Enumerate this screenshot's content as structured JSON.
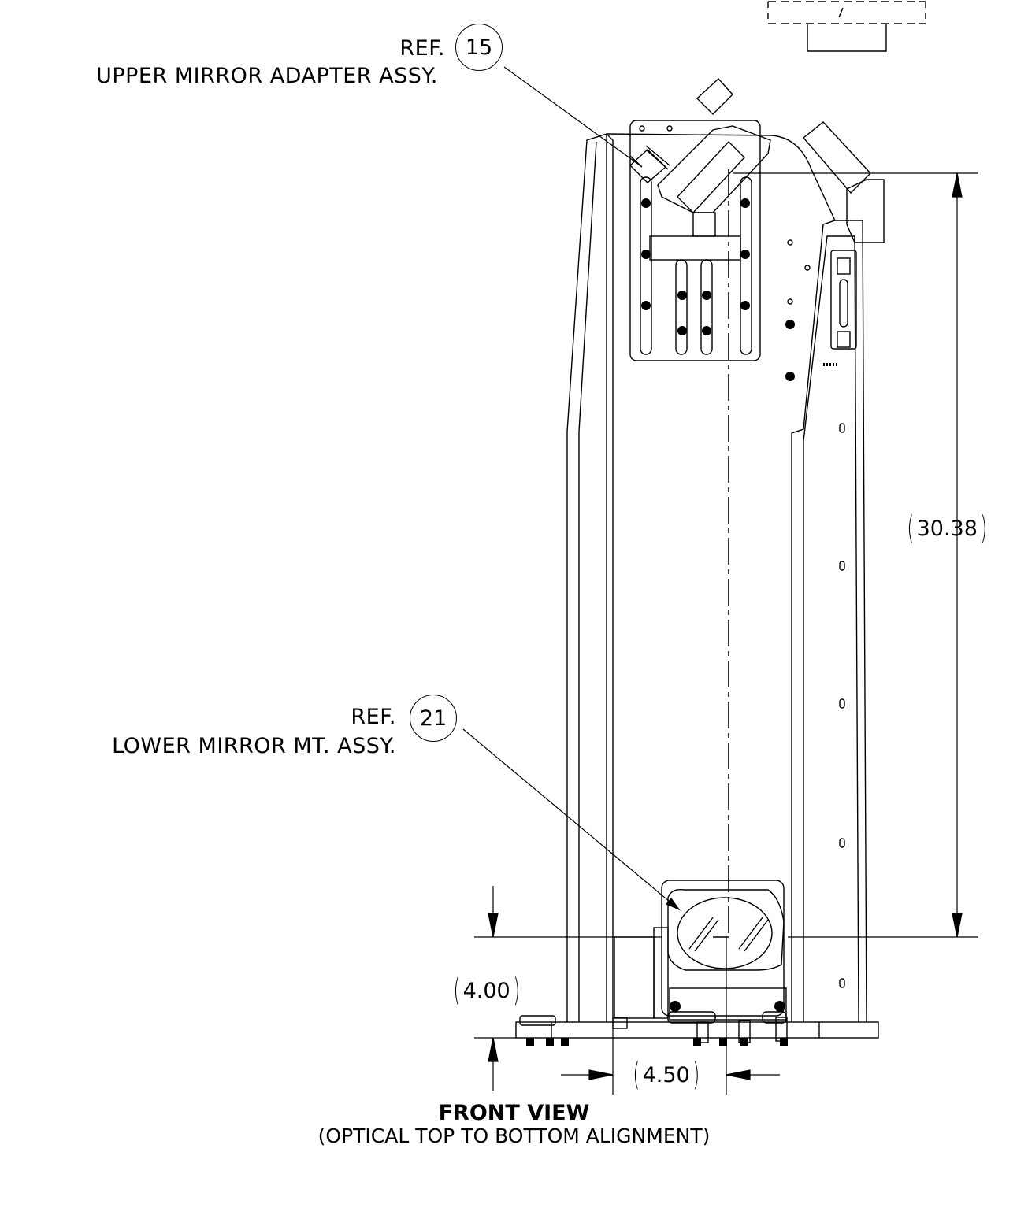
{
  "callouts": [
    {
      "ref": "REF.",
      "balloon": "15",
      "description": "UPPER MIRROR ADAPTER ASSY."
    },
    {
      "ref": "REF.",
      "balloon": "21",
      "description": "LOWER MIRROR MT. ASSY."
    }
  ],
  "dimensions": {
    "vertical_optical": "30.38",
    "base_height": "4.00",
    "horizontal_offset": "4.50"
  },
  "view": {
    "title": "FRONT VIEW",
    "subtitle": "(OPTICAL TOP TO BOTTOM ALIGNMENT)"
  },
  "colors": {
    "line": "#000000",
    "background": "#ffffff"
  }
}
